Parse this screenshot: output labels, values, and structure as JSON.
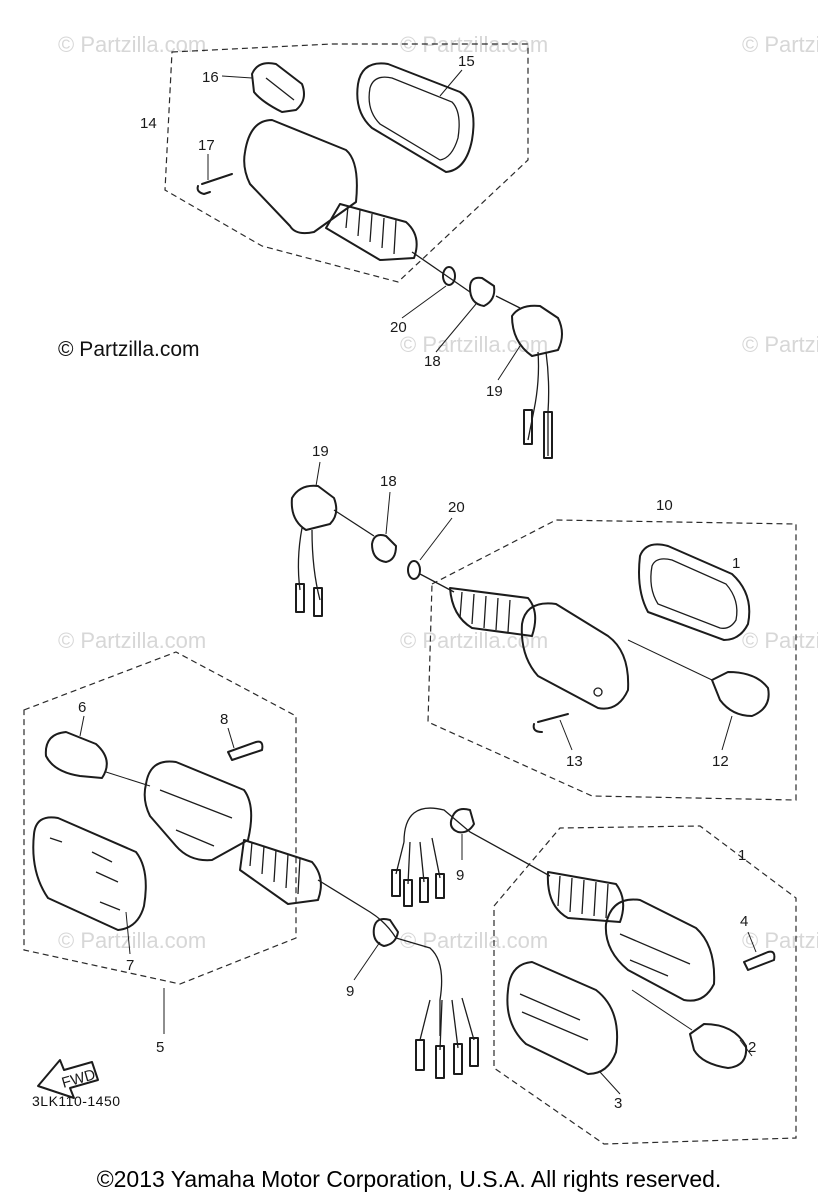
{
  "watermark": "© Partzilla.com",
  "copyright_overlay": "© Partzilla.com",
  "diagram_code": "3LK110-1450",
  "fwd_label": "FWD",
  "footer": "©2013 Yamaha Motor Corporation, U.S.A. All rights reserved.",
  "callouts": {
    "c1": "1",
    "c2": "2",
    "c3": "3",
    "c4": "4",
    "c5": "5",
    "c6": "6",
    "c7": "7",
    "c8": "8",
    "c9a": "9",
    "c9b": "9",
    "c10": "10",
    "c1b": "1",
    "c12": "12",
    "c13": "13",
    "c14": "14",
    "c15": "15",
    "c16": "16",
    "c17": "17",
    "c18a": "18",
    "c18b": "18",
    "c19a": "19",
    "c19b": "19",
    "c20a": "20",
    "c20b": "20"
  },
  "colors": {
    "line": "#1c1c1c",
    "watermark": "#d7d7d7"
  }
}
